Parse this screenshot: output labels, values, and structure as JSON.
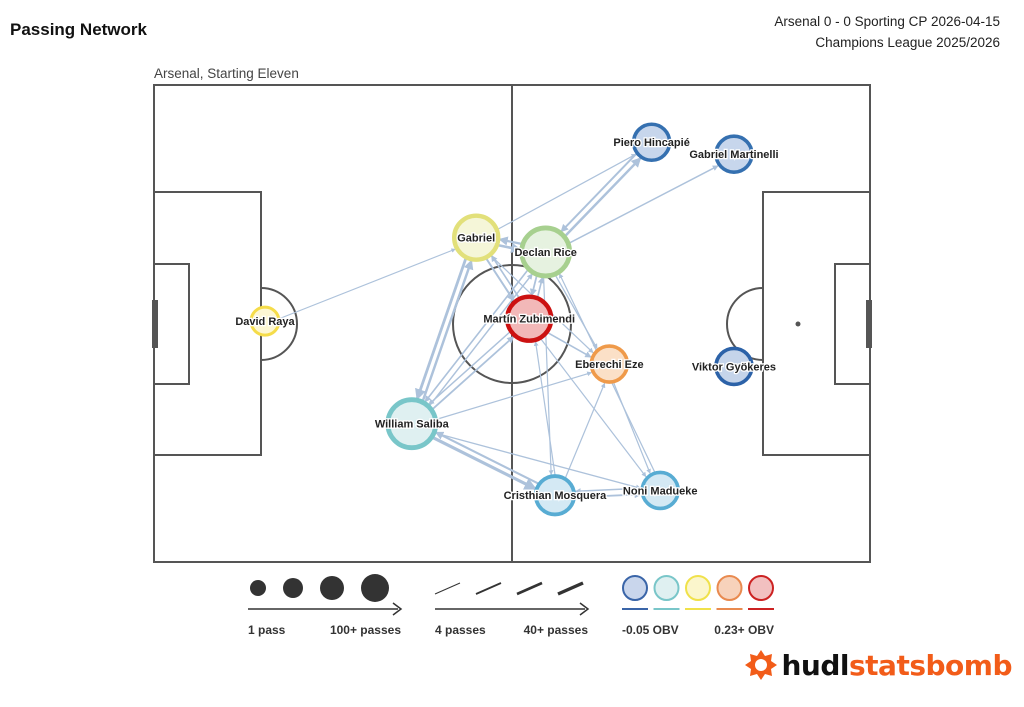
{
  "header": {
    "title": "Passing Network",
    "match_line": "Arsenal 0 - 0 Sporting CP 2026-04-15",
    "competition_line": "Champions League 2025/2026"
  },
  "subtitle": "Arsenal, Starting Eleven",
  "chart_data": {
    "type": "network",
    "team": "Arsenal",
    "nodes": [
      {
        "id": "raya",
        "name": "David Raya",
        "x": 15.5,
        "y": 49.5,
        "size": 1.5,
        "color": "#f5dc4a",
        "fill": "#fdf7d4"
      },
      {
        "id": "gabriel",
        "name": "Gabriel",
        "x": 45.0,
        "y": 32.0,
        "size": 3.5,
        "color": "#e2e07a",
        "fill": "#f5f6d8"
      },
      {
        "id": "rice",
        "name": "Declan Rice",
        "x": 54.7,
        "y": 35.0,
        "size": 4.0,
        "color": "#a7d08f",
        "fill": "#e6f2e0"
      },
      {
        "id": "zubimendi",
        "name": "Martín Zubimendi",
        "x": 52.4,
        "y": 49.0,
        "size": 3.5,
        "color": "#cc1111",
        "fill": "#f2b8b8"
      },
      {
        "id": "eze",
        "name": "Eberechi Eze",
        "x": 63.6,
        "y": 58.5,
        "size": 2.5,
        "color": "#ef9a4a",
        "fill": "#fbe0c7"
      },
      {
        "id": "saliba",
        "name": "William Saliba",
        "x": 36.0,
        "y": 71.0,
        "size": 4.0,
        "color": "#79c6c9",
        "fill": "#dff0f1"
      },
      {
        "id": "mosquera",
        "name": "Cristhian Mosquera",
        "x": 56.0,
        "y": 86.0,
        "size": 2.8,
        "color": "#58acd3",
        "fill": "#d4e9f4"
      },
      {
        "id": "madueke",
        "name": "Noni Madueke",
        "x": 70.7,
        "y": 85.0,
        "size": 2.5,
        "color": "#58acd3",
        "fill": "#d4e9f4"
      },
      {
        "id": "hincapie",
        "name": "Piero Hincapié",
        "x": 69.5,
        "y": 12.0,
        "size": 2.5,
        "color": "#3570b0",
        "fill": "#c7d6ec"
      },
      {
        "id": "martinelli",
        "name": "Gabriel Martinelli",
        "x": 81.0,
        "y": 14.5,
        "size": 2.5,
        "color": "#3570b0",
        "fill": "#c7d6ec"
      },
      {
        "id": "gyokeres",
        "name": "Viktor Gyökeres",
        "x": 81.0,
        "y": 59.0,
        "size": 2.5,
        "color": "#2c62a8",
        "fill": "#c5d4ea"
      }
    ],
    "edges": [
      {
        "from": "raya",
        "to": "gabriel",
        "passes": 4
      },
      {
        "from": "gabriel",
        "to": "rice",
        "passes": 22
      },
      {
        "from": "rice",
        "to": "gabriel",
        "passes": 18
      },
      {
        "from": "gabriel",
        "to": "zubimendi",
        "passes": 14
      },
      {
        "from": "zubimendi",
        "to": "gabriel",
        "passes": 10
      },
      {
        "from": "gabriel",
        "to": "saliba",
        "passes": 24
      },
      {
        "from": "saliba",
        "to": "gabriel",
        "passes": 20
      },
      {
        "from": "gabriel",
        "to": "hincapie",
        "passes": 5
      },
      {
        "from": "gabriel",
        "to": "eze",
        "passes": 6
      },
      {
        "from": "rice",
        "to": "hincapie",
        "passes": 20
      },
      {
        "from": "hincapie",
        "to": "rice",
        "passes": 14
      },
      {
        "from": "rice",
        "to": "martinelli",
        "passes": 8
      },
      {
        "from": "rice",
        "to": "zubimendi",
        "passes": 12
      },
      {
        "from": "zubimendi",
        "to": "rice",
        "passes": 10
      },
      {
        "from": "rice",
        "to": "saliba",
        "passes": 10
      },
      {
        "from": "rice",
        "to": "eze",
        "passes": 6
      },
      {
        "from": "rice",
        "to": "mosquera",
        "passes": 5
      },
      {
        "from": "zubimendi",
        "to": "eze",
        "passes": 10
      },
      {
        "from": "zubimendi",
        "to": "saliba",
        "passes": 8
      },
      {
        "from": "saliba",
        "to": "zubimendi",
        "passes": 12
      },
      {
        "from": "zubimendi",
        "to": "madueke",
        "passes": 5
      },
      {
        "from": "saliba",
        "to": "rice",
        "passes": 8
      },
      {
        "from": "saliba",
        "to": "eze",
        "passes": 5
      },
      {
        "from": "saliba",
        "to": "mosquera",
        "passes": 28
      },
      {
        "from": "mosquera",
        "to": "saliba",
        "passes": 16
      },
      {
        "from": "saliba",
        "to": "madueke",
        "passes": 6
      },
      {
        "from": "mosquera",
        "to": "madueke",
        "passes": 12
      },
      {
        "from": "madueke",
        "to": "mosquera",
        "passes": 8
      },
      {
        "from": "mosquera",
        "to": "eze",
        "passes": 5
      },
      {
        "from": "mosquera",
        "to": "zubimendi",
        "passes": 5
      },
      {
        "from": "madueke",
        "to": "rice",
        "passes": 5
      },
      {
        "from": "eze",
        "to": "madueke",
        "passes": 5
      }
    ]
  },
  "legend": {
    "size_min_label": "1 pass",
    "size_max_label": "100+ passes",
    "width_min_label": "4 passes",
    "width_max_label": "40+ passes",
    "obv_min_label": "-0.05 OBV",
    "obv_max_label": "0.23+ OBV",
    "obv_colors": [
      {
        "stroke": "#3a65a8",
        "fill": "#c9d6ec"
      },
      {
        "stroke": "#79c6c9",
        "fill": "#dff0f1"
      },
      {
        "stroke": "#f0e14a",
        "fill": "#fbf6cc"
      },
      {
        "stroke": "#e98a4f",
        "fill": "#f7d2bb"
      },
      {
        "stroke": "#cc2222",
        "fill": "#f2c0c0"
      }
    ]
  },
  "brand": {
    "part1": "hudl",
    "part2": "statsbomb",
    "color1": "#111111",
    "color2": "#f25c19"
  },
  "colors": {
    "edge": "#adc2db",
    "line": "#555555"
  }
}
